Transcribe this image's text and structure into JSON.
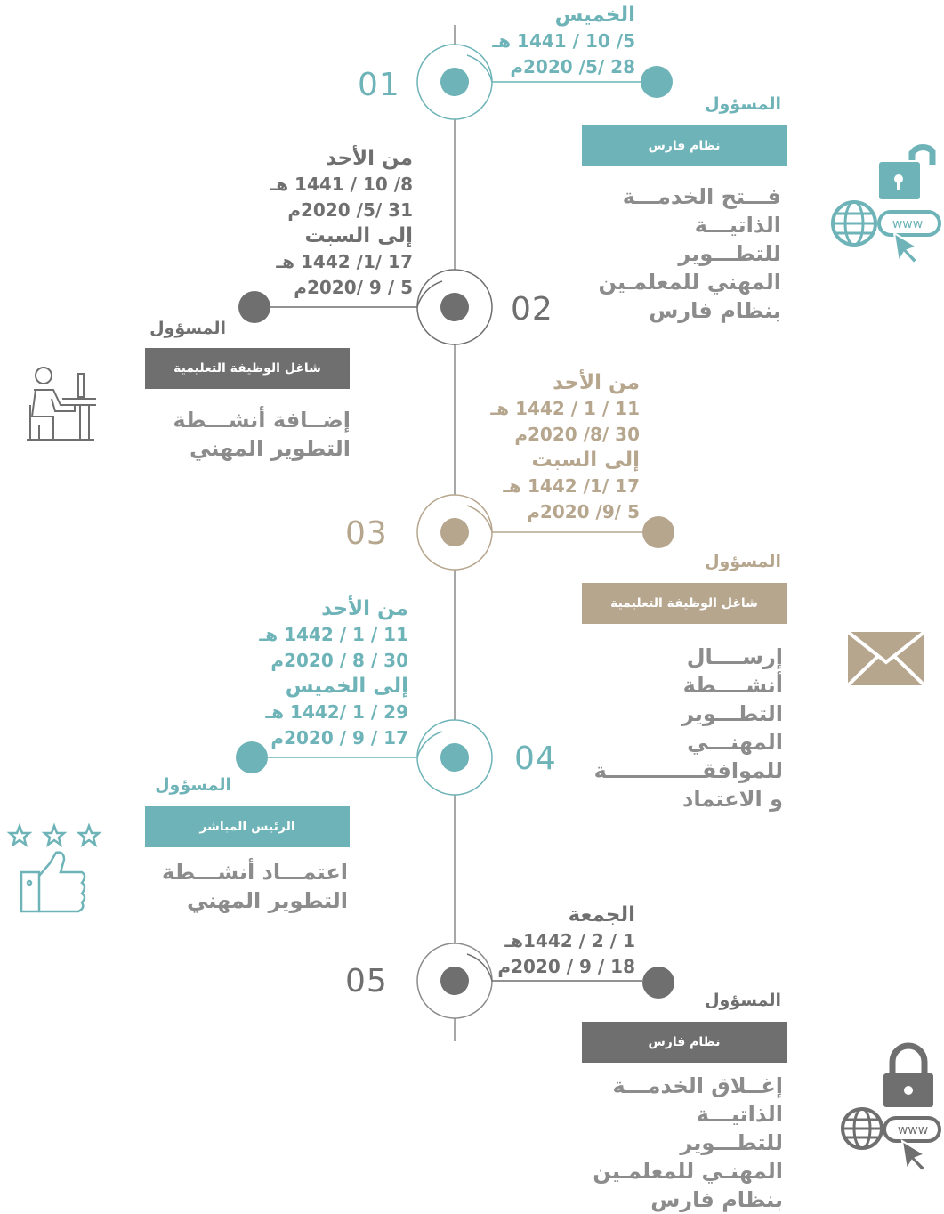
{
  "colors": {
    "teal": "#6db3b7",
    "gray": "#6f6f70",
    "tan": "#b6a68e",
    "line": "#8c8c8c"
  },
  "steps": [
    {
      "number": "01",
      "dates": [
        "الخميس",
        "5/ 10 / 1441 هـ",
        "28 /5/ 2020م"
      ],
      "responsible_label": "المسؤول",
      "responsible": "نظام فارس",
      "description": "فـــتح الخدمـــة\nالذاتيـــة للتطـــوير\nالمهني للمعلمـين\nبنظام فارس",
      "icon": "unlocked-padlock-globe-icon"
    },
    {
      "number": "02",
      "dates": [
        "من الأحد",
        "8/ 10 / 1441 هـ",
        "31 /5/ 2020م",
        "إلى السبت",
        "17 /1/ 1442 هـ",
        "5 / 9 /2020م"
      ],
      "responsible_label": "المسؤول",
      "responsible": "شاغل الوظيفة التعليمية",
      "description": "إضــافة أنشـــطة\nالتطوير المهني",
      "icon": "person-at-computer-icon"
    },
    {
      "number": "03",
      "dates": [
        "من الأحد",
        "11 / 1 / 1442 هـ",
        "30 /8/ 2020م",
        "إلى السبت",
        "17 /1/ 1442 هـ",
        "5 /9/ 2020م"
      ],
      "responsible_label": "المسؤول",
      "responsible": "شاغل الوظيفة التعليمية",
      "description": "إرســــال أنشــــطة\nالتطـــوير المهنـــي\nللموافقـــــــــــــة\nو الاعتماد",
      "icon": "envelope-icon"
    },
    {
      "number": "04",
      "dates": [
        "من الأحد",
        "11 / 1 / 1442 هـ",
        "30 / 8 / 2020م",
        "إلى الخميس",
        "29 / 1 /1442 هـ",
        "17 / 9 / 2020م"
      ],
      "responsible_label": "المسؤول",
      "responsible": "الرئيس المباشر",
      "description": "اعتمـــاد أنشـــطة\nالتطوير المهني",
      "icon": "thumbs-up-stars-icon"
    },
    {
      "number": "05",
      "dates": [
        "الجمعة",
        "1 / 2 / 1442هـ",
        "18 / 9 / 2020م"
      ],
      "responsible_label": "المسؤول",
      "responsible": "نظام فارس",
      "description": "إغــلاق الخدمـــة\nالذاتيـــة للتطـــوير\nالمهنـي للمعلمـين\nبنظام فارس",
      "icon": "locked-padlock-globe-icon"
    }
  ]
}
